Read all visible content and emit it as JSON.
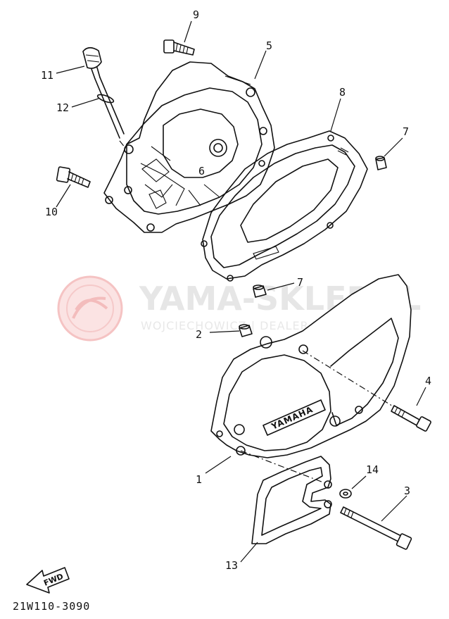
{
  "watermark": {
    "main": "YAMA-SKLEP.PL",
    "sub": "WOJCIECHOWICZ | DEALER YAMAHA"
  },
  "cover_emblem": "YAMAHA",
  "fwd_label": "FWD",
  "diagram_code": "21W110-3090",
  "callouts": [
    "9",
    "5",
    "11",
    "12",
    "8",
    "7",
    "6",
    "10",
    "7",
    "2",
    "4",
    "1",
    "14",
    "3",
    "13"
  ]
}
